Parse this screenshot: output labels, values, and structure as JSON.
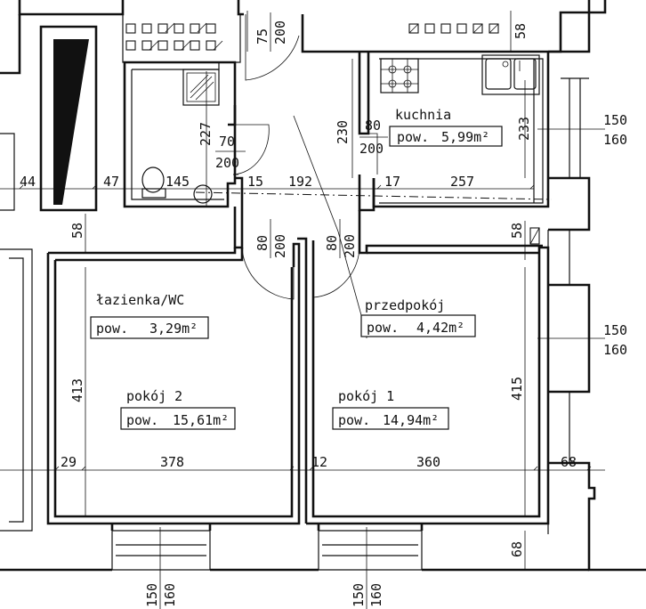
{
  "rooms": {
    "kitchen": {
      "name": "kuchnia",
      "area_label": "pow.",
      "area": "5,99m²"
    },
    "bathroom": {
      "name": "łazienka/WC",
      "area_label": "pow.",
      "area": "3,29m²"
    },
    "hall": {
      "name": "przedpokój",
      "area_label": "pow.",
      "area": "4,42m²"
    },
    "room2": {
      "name": "pokój 2",
      "area_label": "pow.",
      "area": "15,61m²"
    },
    "room1": {
      "name": "pokój 1",
      "area_label": "pow.",
      "area": "14,94m²"
    }
  },
  "doors": {
    "bath_top": {
      "w": "75",
      "h": "200"
    },
    "bath": {
      "w": "70",
      "h": "200"
    },
    "kitchen": {
      "w": "80",
      "h": "200"
    },
    "room2": {
      "w": "80",
      "h": "200"
    },
    "room1": {
      "w": "80",
      "h": "200"
    }
  },
  "windows": {
    "right_top": {
      "w": "150",
      "h": "160"
    },
    "right_mid": {
      "w": "150",
      "h": "160"
    },
    "bottom_left": {
      "w": "150",
      "h": "160"
    },
    "bottom_right": {
      "w": "150",
      "h": "160"
    }
  },
  "dimensions": {
    "d44": "44",
    "d47": "47",
    "d145": "145",
    "d15": "15",
    "d192": "192",
    "d17": "17",
    "d257": "257",
    "d227": "227",
    "d230": "230",
    "d233": "233",
    "d58_top": "58",
    "d58_left": "58",
    "d58_right": "58",
    "d413": "413",
    "d415": "415",
    "d29": "29",
    "d378": "378",
    "d12": "12",
    "d360": "360",
    "d68_h": "68",
    "d68_v": "68"
  }
}
